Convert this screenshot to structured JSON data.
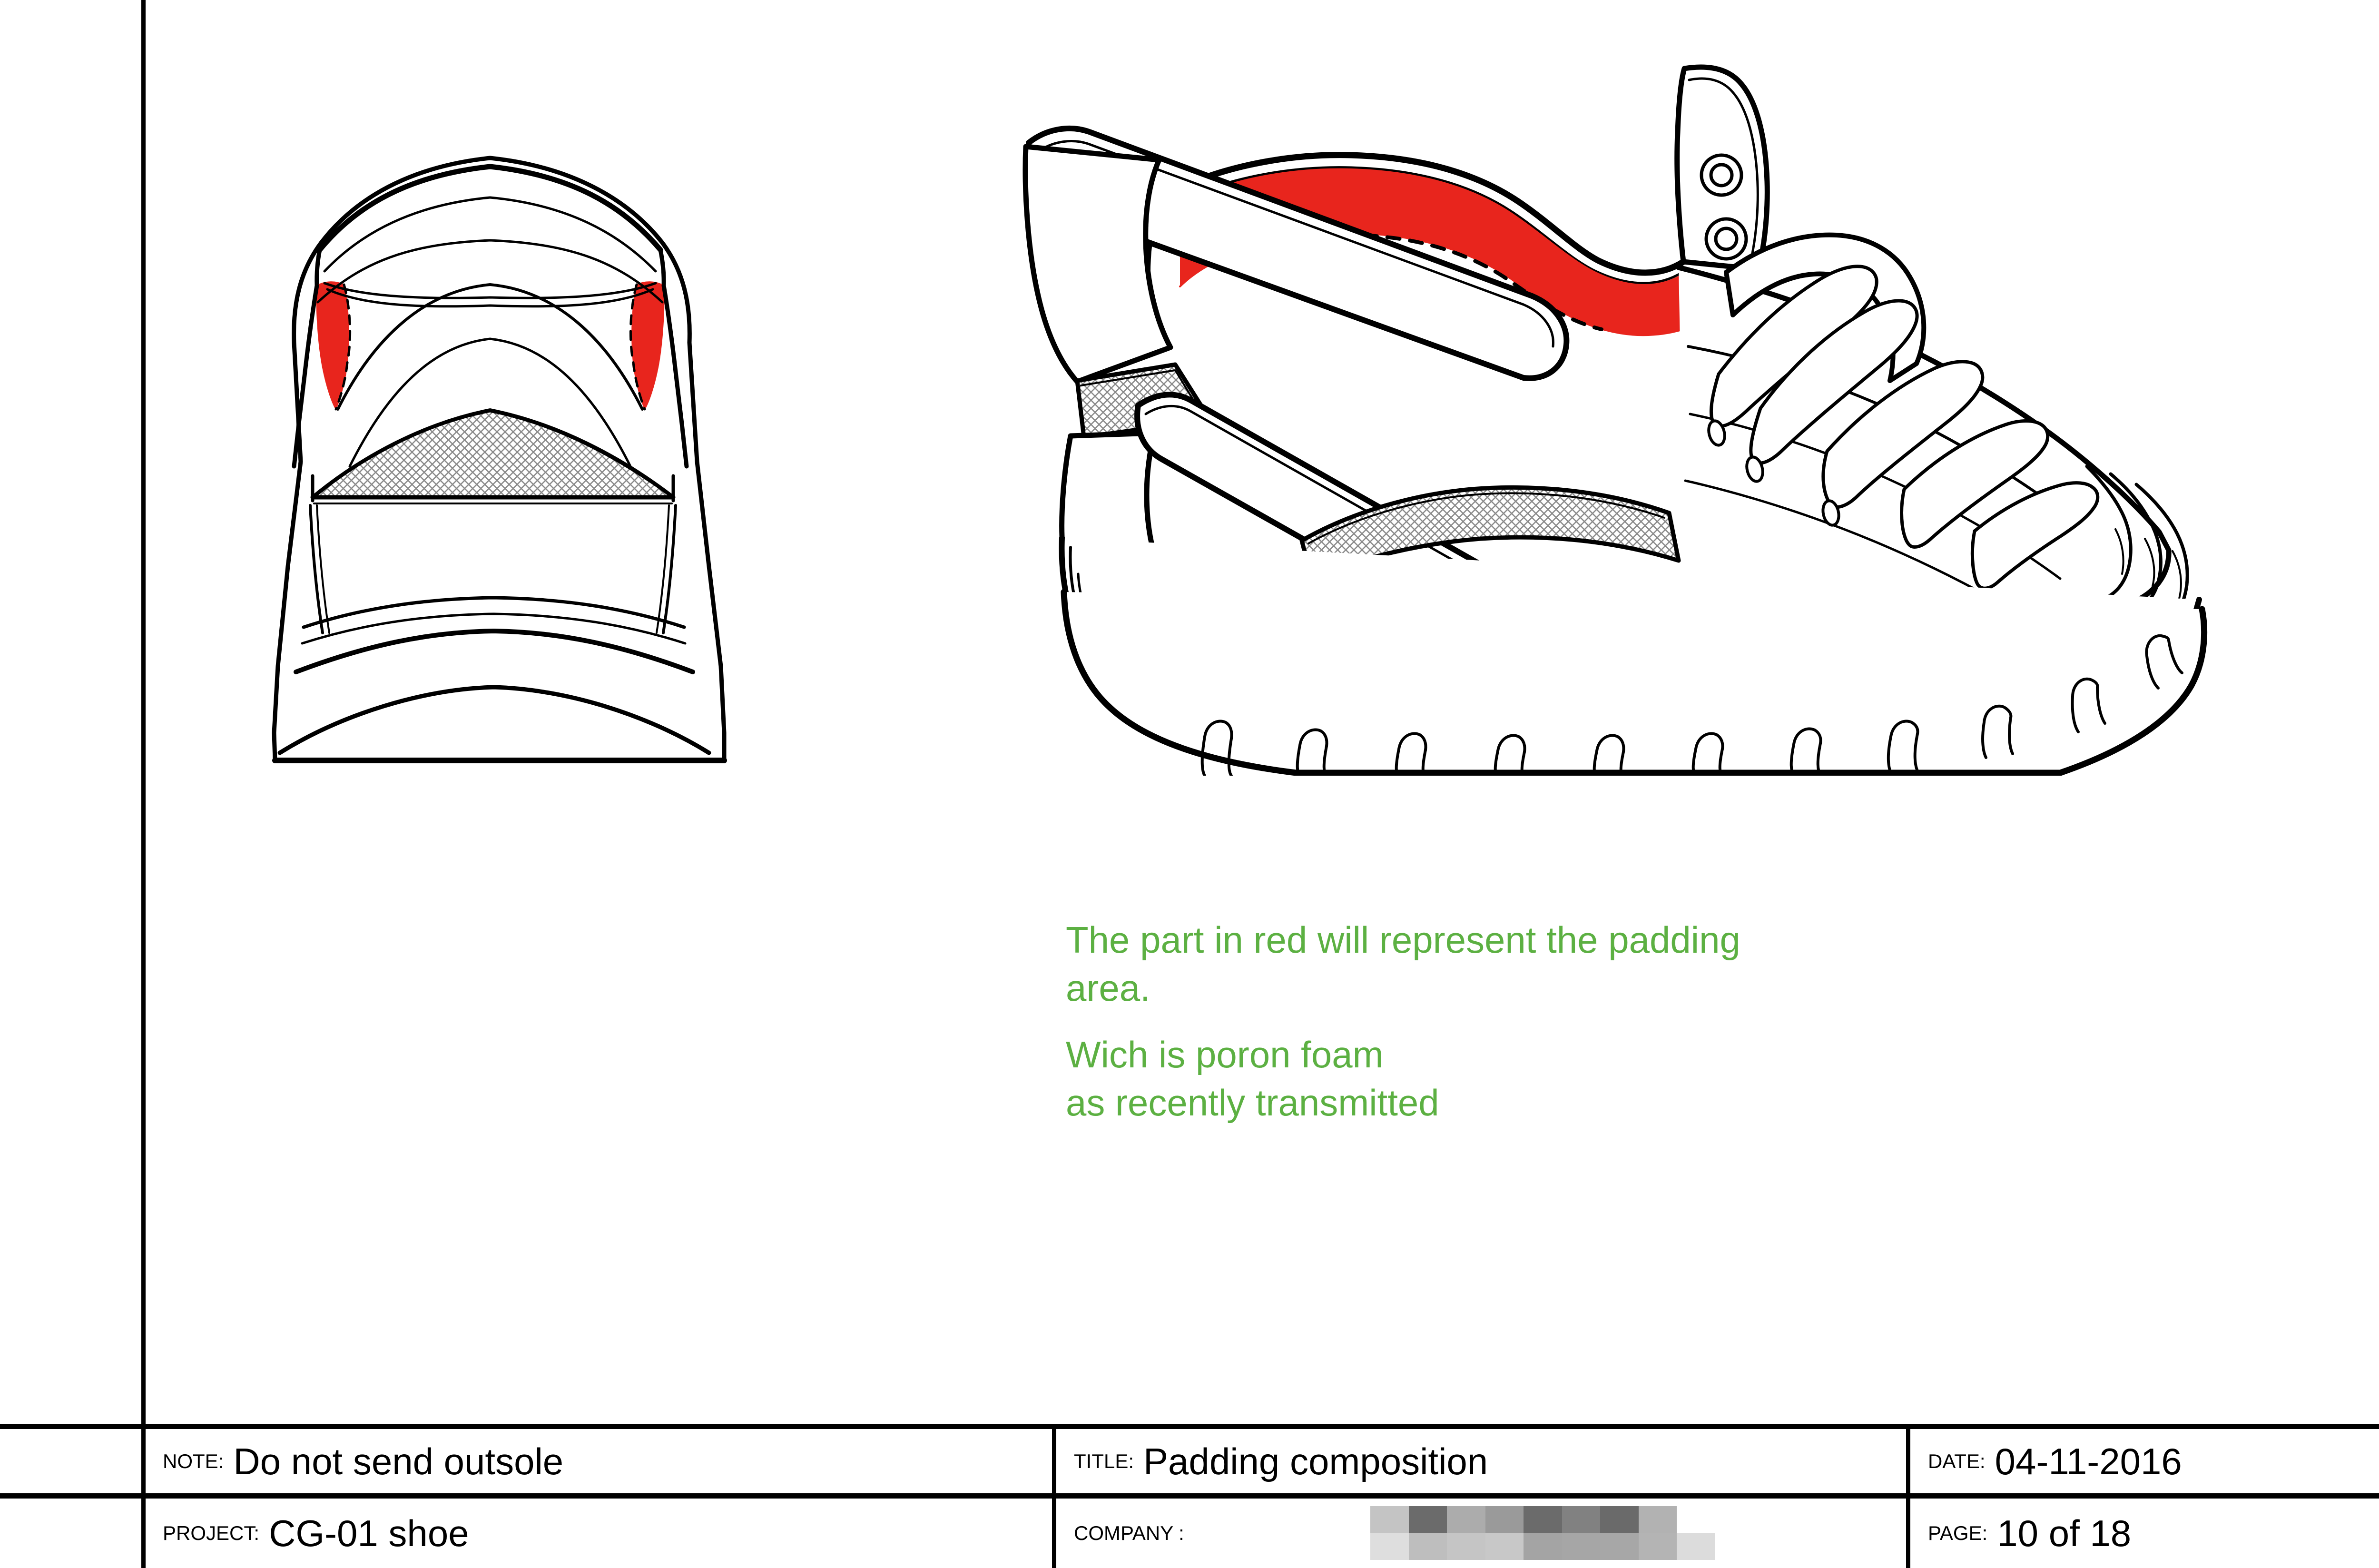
{
  "document": {
    "type": "technical-footwear-drawing",
    "background_color": "#ffffff"
  },
  "colors": {
    "padding_red": "#E8251D",
    "annotation_green": "#5CB042",
    "line_black": "#000000",
    "mesh_gray": "#808080"
  },
  "drawings": {
    "front_view": {
      "name": "shoe-front-view",
      "description": "Front/rear elevation of sneaker showing collar, mesh tongue panel, midsole and outsole",
      "padding_patches": 2
    },
    "side_view": {
      "name": "shoe-side-view",
      "description": "Lateral profile of sneaker showing collar padding, strap, laces, eyelets, mesh panels, midsole and lugged outsole",
      "eyelets": 2,
      "laces": 5,
      "mesh_panels": 2
    }
  },
  "annotation": {
    "lines": [
      "The part in red will represent the",
      "padding area.",
      "Wich is poron foam",
      "as recently transmitted"
    ],
    "paragraph_1": "The part in red will represent the padding area.",
    "paragraph_2a": "Wich is poron foam",
    "paragraph_2b": "as recently transmitted",
    "color": "#5CB042"
  },
  "title_block": {
    "note": {
      "label": "NOTE:",
      "value": "Do not send outsole"
    },
    "project": {
      "label": "PROJECT:",
      "value": "CG-01 shoe"
    },
    "title": {
      "label": "TITLE:",
      "value": "Padding composition"
    },
    "company": {
      "label": "COMPANY :",
      "value": ""
    },
    "date": {
      "label": "DATE:",
      "value": "04-11-2016"
    },
    "page": {
      "label": "PAGE:",
      "value": "10 of 18"
    }
  },
  "company_logo": {
    "redacted": true,
    "blocks": [
      "#c4c4c4",
      "#6b6b6b",
      "#acacac",
      "#9a9a9a",
      "#6b6b6b",
      "#818181",
      "#6a6a6a",
      "#b2b2b2",
      "#ffffff",
      "#dedede",
      "#bebebe",
      "#c5c5c5",
      "#c8c8c8",
      "#a4a4a4",
      "#a6a6a6",
      "#a7a7a7",
      "#b4b4b4",
      "#dcdcdc"
    ]
  }
}
